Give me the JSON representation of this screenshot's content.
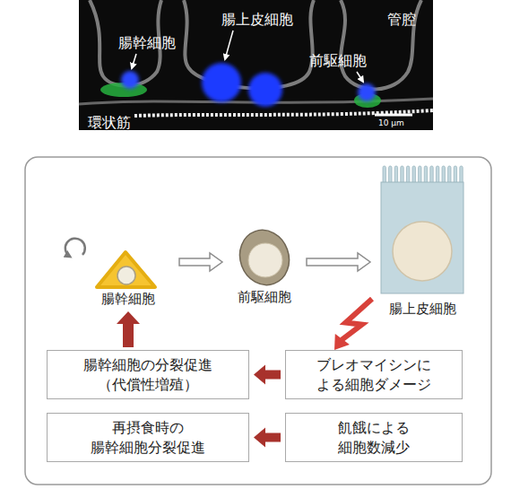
{
  "diagram": {
    "nodes": [
      {
        "text": [
          "腸幹細胞"
        ]
      },
      {
        "text": [
          "前駆細胞"
        ]
      },
      {
        "text": [
          "腸上皮細胞"
        ]
      },
      {
        "text": [
          "腸幹細胞の分裂促進 （代償性増殖）"
        ]
      },
      {
        "text": [
          "ブレオマイシンに よる細胞ダメージ"
        ]
      },
      {
        "text": [
          "再摂食時の 腸幹細胞分裂促進"
        ]
      },
      {
        "text": [
          "飢餓による 細胞数減少"
        ]
      }
    ],
    "edges": [
      {
        "from": 0,
        "to": 1,
        "arrow": "to"
      },
      {
        "from": 1,
        "to": 2,
        "arrow": "to"
      },
      {
        "from": 2,
        "to": 4,
        "arrow": "to"
      },
      {
        "from": 4,
        "to": 3,
        "arrow": "to"
      },
      {
        "from": 6,
        "to": 5,
        "arrow": "to"
      },
      {
        "from": 3,
        "to": 0,
        "arrow": "to"
      }
    ],
    "labels": [
      "腸幹細胞",
      "腸上皮細胞",
      "管腔",
      "前駆細胞",
      "環状筋",
      "10 µm"
    ]
  }
}
